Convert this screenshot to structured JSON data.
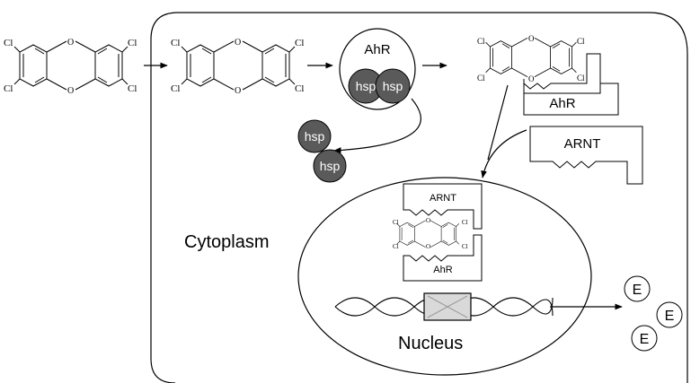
{
  "dioxin_atoms": {
    "chlorine": "Cl",
    "oxygen": "O"
  },
  "receptor_complex": {
    "receptor_label": "AhR",
    "chaperone_label": "hsp"
  },
  "released_chaperones": [
    "hsp",
    "hsp"
  ],
  "ligand_receptor_label": "AhR",
  "translocator_label": "ARNT",
  "nuclear_complex": {
    "top_label": "ARNT",
    "bottom_label": "AhR"
  },
  "compartments": {
    "cytoplasm": "Cytoplasm",
    "nucleus": "Nucleus"
  },
  "products": [
    "E",
    "E",
    "E"
  ],
  "colors": {
    "hsp_fill": "#5a5a5a",
    "gene_box_fill": "#d9d9d9",
    "line": "#000000"
  }
}
